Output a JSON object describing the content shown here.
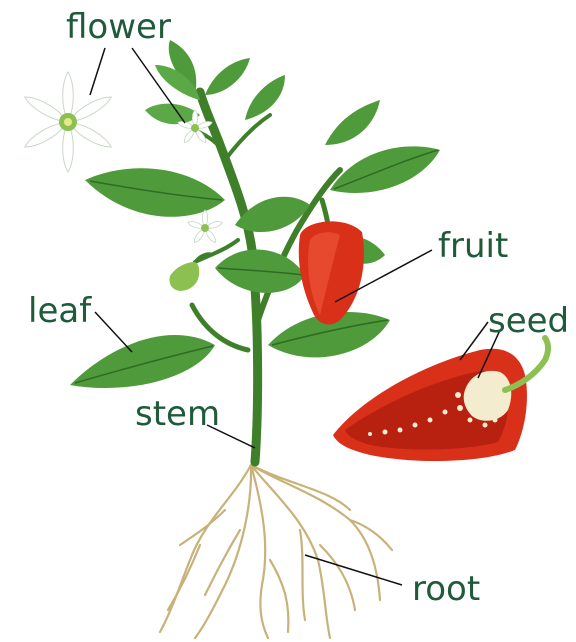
{
  "labels": {
    "flower": "flower",
    "fruit": "fruit",
    "seed": "seed",
    "leaf": "leaf",
    "stem": "stem",
    "root": "root"
  },
  "colors": {
    "label_text": "#1f5a3a",
    "leaf": "#4f9a3a",
    "stem": "#3f7f2a",
    "fruit": "#d9301a",
    "seed_core": "#f3eccf",
    "root": "#c8b27a",
    "petal": "#ffffff"
  }
}
